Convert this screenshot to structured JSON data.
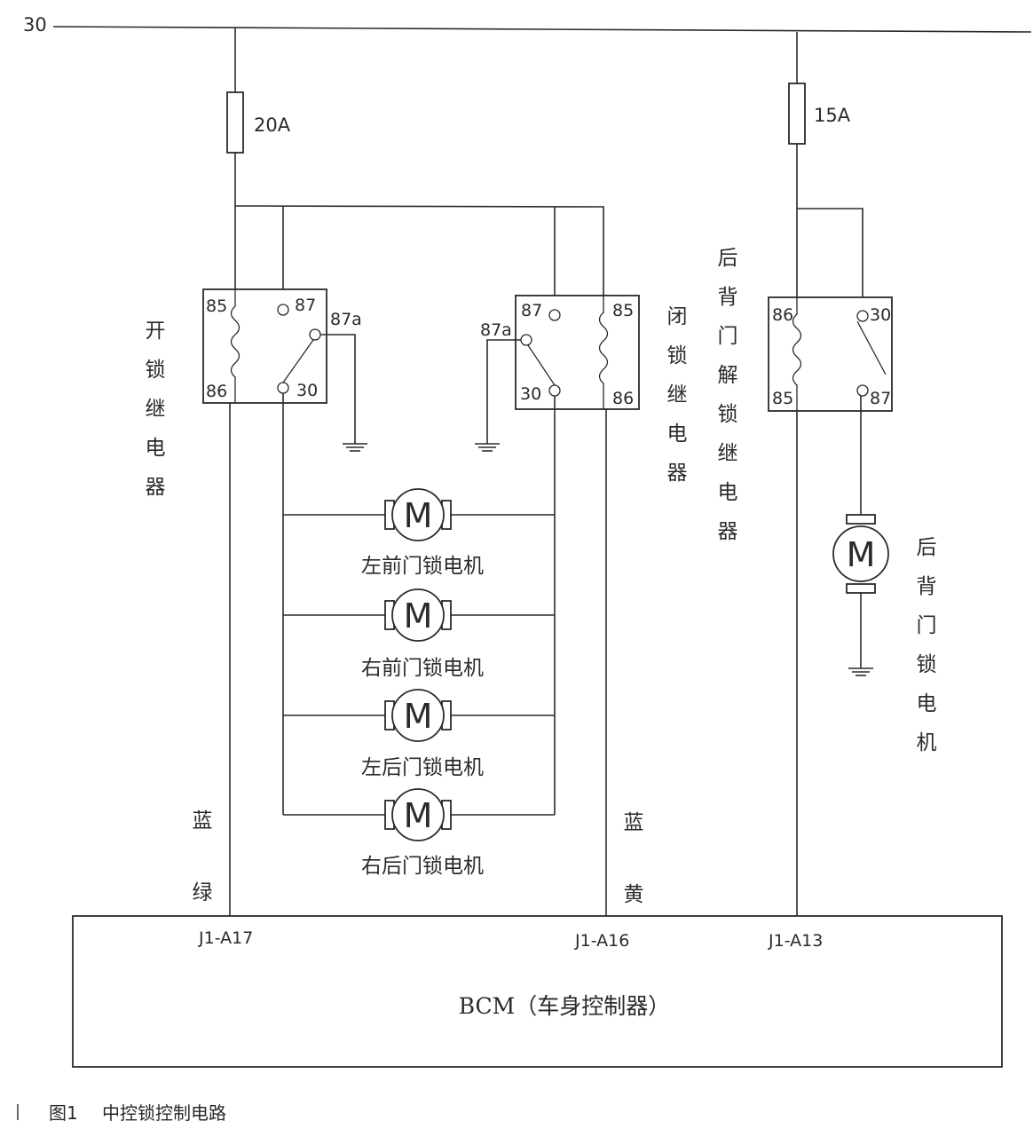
{
  "supply_label": "30",
  "fuses": {
    "left": "20A",
    "right": "15A"
  },
  "relays": {
    "unlock": {
      "name_chars": [
        "开",
        "锁",
        "继",
        "电",
        "器"
      ],
      "pins": {
        "p85": "85",
        "p87": "87",
        "p87a": "87a",
        "p86": "86",
        "p30": "30"
      }
    },
    "lock": {
      "name_chars": [
        "闭",
        "锁",
        "继",
        "电",
        "器"
      ],
      "pins": {
        "p87": "87",
        "p85": "85",
        "p87a": "87a",
        "p30": "30",
        "p86": "86"
      }
    },
    "tailgate": {
      "name_chars": [
        "后",
        "背",
        "门",
        "解",
        "锁",
        "继",
        "电",
        "器"
      ],
      "pins": {
        "p86": "86",
        "p30": "30",
        "p85": "85",
        "p87": "87"
      }
    }
  },
  "motors": {
    "symbol": "M",
    "labels": [
      "左前门锁电机",
      "右前门锁电机",
      "左后门锁电机",
      "右后门锁电机"
    ],
    "tailgate_chars": [
      "后",
      "背",
      "门",
      "锁",
      "电",
      "机"
    ]
  },
  "wire_colors": {
    "left": [
      "蓝",
      "绿"
    ],
    "right": [
      "蓝",
      "黄"
    ]
  },
  "bcm": {
    "pins": [
      "J1-A17",
      "J1-A16",
      "J1-A13"
    ],
    "label": "BCM（车身控制器）"
  },
  "caption": {
    "number": "图1",
    "title": "中控锁控制电路"
  }
}
